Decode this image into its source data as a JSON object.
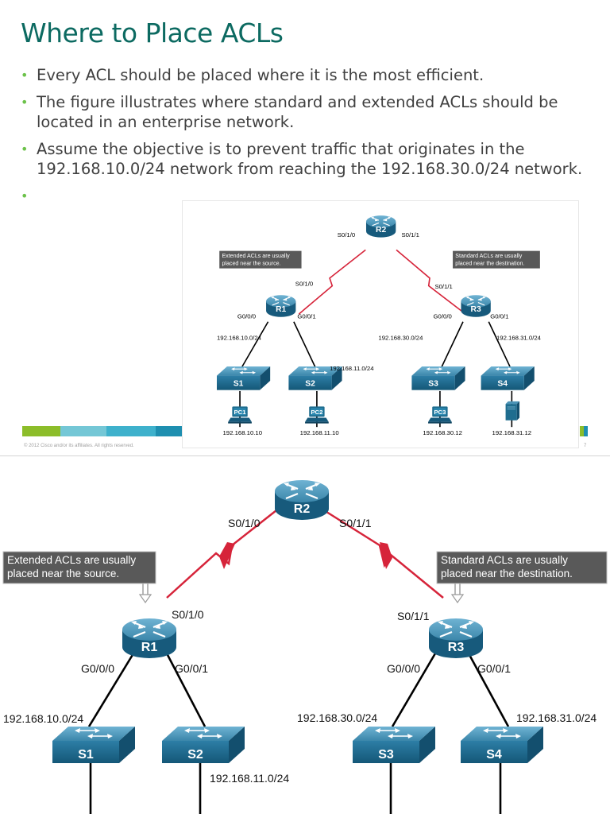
{
  "slide": {
    "title": "Where to Place ACLs",
    "bullets": [
      "Every ACL should be placed where it is the most efficient.",
      "The figure illustrates where standard and extended ACLs should be located in an enterprise network.",
      "Assume the objective is to prevent traffic that originates in the 192.168.10.0/24 network from reaching the 192.168.30.0/24 network."
    ],
    "copyright": "© 2012 Cisco and/or its affiliates. All rights reserved.",
    "page_number": "7",
    "colors": {
      "title": "#0c6a61",
      "bullet": "#6cc24a",
      "text": "#404040",
      "footer_bars": [
        "#8cbd2a",
        "#74c7d6",
        "#3eb1cc",
        "#1e8fb0"
      ]
    }
  },
  "diagram": {
    "routers": {
      "r1": "R1",
      "r2": "R2",
      "r3": "R3"
    },
    "switches": {
      "s1": "S1",
      "s2": "S2",
      "s3": "S3",
      "s4": "S4"
    },
    "pcs": {
      "pc1": "PC1",
      "pc2": "PC2",
      "pc3": "PC3"
    },
    "interfaces": {
      "r2_left": "S0/1/0",
      "r2_right": "S0/1/1",
      "r1_serial": "S0/1/0",
      "r3_serial": "S0/1/1",
      "r1_g000": "G0/0/0",
      "r1_g001": "G0/0/1",
      "r3_g000": "G0/0/0",
      "r3_g001": "G0/0/1"
    },
    "networks": {
      "n10": "192.168.10.0/24",
      "n11": "192.168.11.0/24",
      "n30": "192.168.30.0/24",
      "n31": "192.168.31.0/24"
    },
    "hosts": {
      "h10": "192.168.10.10",
      "h11": "192.168.11.10",
      "h30": "192.168.30.12",
      "h31": "192.168.31.12"
    },
    "notes": {
      "extended_line1": "Extended ACLs are usually",
      "extended_line2": "placed near the source.",
      "standard_line1": "Standard ACLs are usually",
      "standard_line2": "placed near the destination."
    },
    "colors": {
      "device": "#1f6d8f",
      "serial_link": "#d6243a",
      "note_bg": "#595959"
    }
  }
}
